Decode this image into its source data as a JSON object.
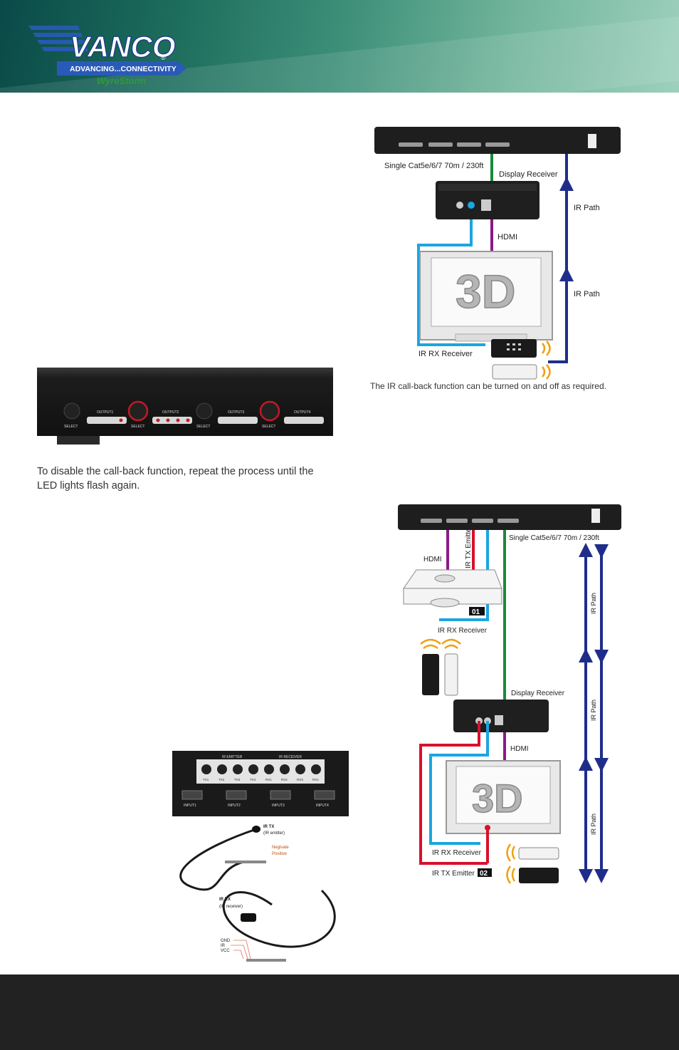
{
  "brand": {
    "name": "VANCO",
    "registered": "®",
    "tagline": "ADVANCING...CONNECTIVITY",
    "sub_brand": "WyreStorm"
  },
  "panel_photo": {
    "labels": [
      "SELECT",
      "OUTPUT1",
      "SELECT",
      "OUTPUT2",
      "SELECT",
      "OUTPUT3",
      "SELECT",
      "OUTPUT4"
    ]
  },
  "instructions": {
    "disable_text": "To disable the call-back function, repeat the process until the LED lights flash again."
  },
  "diagram1": {
    "cable_label": "Single Cat5e/6/7 70m / 230ft",
    "display_receiver": "Display Receiver",
    "hdmi": "HDMI",
    "ir_path_1": "IR Path",
    "ir_path_2": "IR Path",
    "ir_rx_receiver": "IR RX Receiver",
    "tv_label": "3D",
    "caption": "The IR call-back function can be turned on and off as required."
  },
  "diagram2": {
    "cable_label": "Single Cat5e/6/7 70m / 230ft",
    "ir_tx_emitter_vertical": "IR TX Emitter",
    "hdmi_top": "HDMI",
    "badge_01": "01",
    "ir_rx_receiver_top": "IR RX Receiver",
    "display_receiver": "Display Receiver",
    "hdmi_bottom": "HDMI",
    "tv_label": "3D",
    "ir_rx_receiver_bottom": "IR RX Receiver",
    "ir_tx_emitter_bottom": "IR TX Emitter",
    "badge_02": "02",
    "ir_path_1": "IR Path",
    "ir_path_2": "IR Path",
    "ir_path_3": "IR Path"
  },
  "port_photo": {
    "ir_emitter": "IR EMITTER",
    "ir_receiver": "IR RECEIVER",
    "ports": [
      "TX1",
      "TX2",
      "TX3",
      "TX4",
      "RX1",
      "RX2",
      "RX3",
      "RX4"
    ],
    "inputs": [
      "INPUT1",
      "INPUT2",
      "INPUT3",
      "INPUT4"
    ]
  },
  "cable_photo": {
    "ir_tx": "IR TX",
    "ir_tx_sub": "(IR emitter)",
    "negative": "Negivate",
    "positive": "Positive",
    "ir_rx": "IR RX",
    "ir_rx_sub": "(IR receiver)",
    "gnd": "GND",
    "ir": "IR",
    "vcc": "VCC"
  },
  "colors": {
    "green": "#1a8a3c",
    "purple": "#8a1a8a",
    "cyan": "#1aa6e0",
    "navy": "#1f2d8a",
    "red": "#d8102a"
  }
}
